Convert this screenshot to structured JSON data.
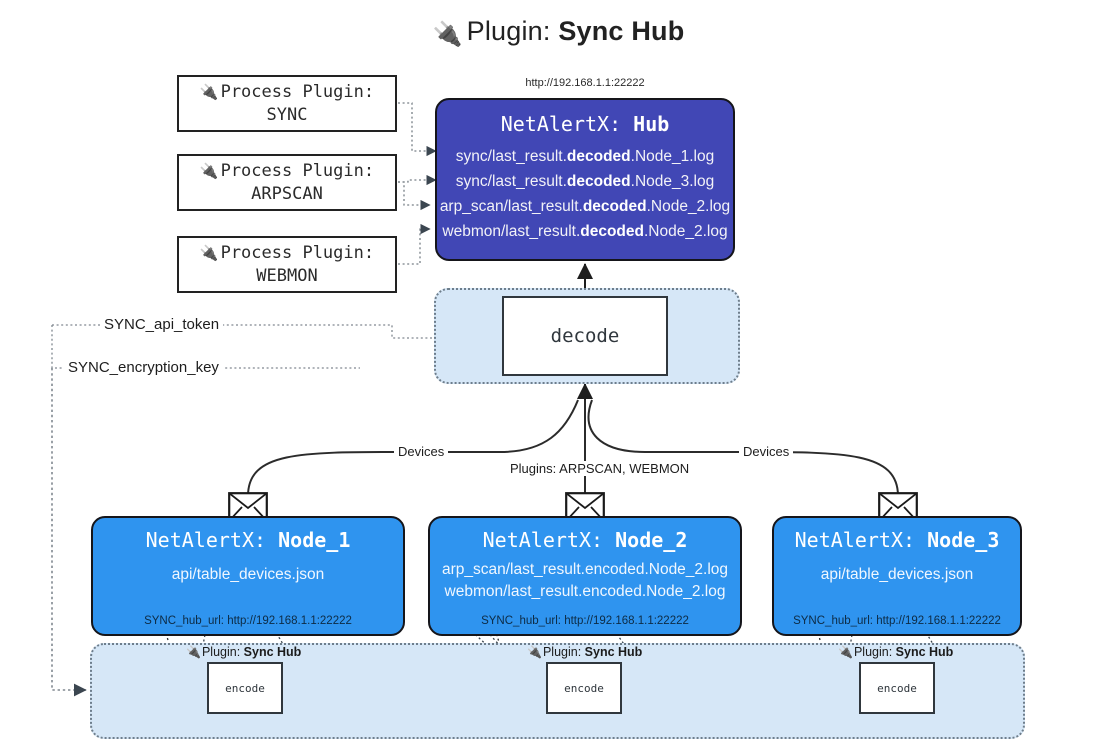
{
  "title": {
    "icon": "plug-icon",
    "prefix": "Plugin:",
    "name": "Sync Hub",
    "glyph": "🔌"
  },
  "colors": {
    "hub_fill": "#4147b5",
    "node_fill": "#2f94ef",
    "cluster_fill": "#d6e7f7",
    "box_stroke": "#15151a",
    "page_bg": "#ffffff"
  },
  "process_plugins": [
    {
      "icon": "plug-icon",
      "line1": "Process Plugin:",
      "line2": "SYNC"
    },
    {
      "icon": "plug-icon",
      "line1": "Process Plugin:",
      "line2": "ARPSCAN"
    },
    {
      "icon": "plug-icon",
      "line1": "Process Plugin:",
      "line2": "WEBMON"
    }
  ],
  "hub": {
    "url": "http://192.168.1.1:22222",
    "title_prefix": "NetAlertX:",
    "title_name": "Hub",
    "logs": [
      {
        "pre": "sync/last_result.",
        "em": "decoded",
        "post": ".Node_1.log"
      },
      {
        "pre": "sync/last_result.",
        "em": "decoded",
        "post": ".Node_3.log"
      },
      {
        "pre": "arp_scan/last_result.",
        "em": "decoded",
        "post": ".Node_2.log"
      },
      {
        "pre": "webmon/last_result.",
        "em": "decoded",
        "post": ".Node_2.log"
      }
    ]
  },
  "decode": {
    "label": "decode"
  },
  "settings": {
    "api_token": "SYNC_api_token",
    "encryption_key": "SYNC_encryption_key"
  },
  "flow_labels": {
    "devices_left": "Devices",
    "plugins_center": "Plugins: ARPSCAN, WEBMON",
    "devices_right": "Devices"
  },
  "nodes": [
    {
      "icon": "envelope-icon",
      "title_prefix": "NetAlertX:",
      "title_name": "Node_1",
      "lines": [
        "api/table_devices.json"
      ],
      "footer": "SYNC_hub_url: http://192.168.1.1:22222"
    },
    {
      "icon": "envelope-icon",
      "title_prefix": "NetAlertX:",
      "title_name": "Node_2",
      "lines": [
        "arp_scan/last_result.encoded.Node_2.log",
        "webmon/last_result.encoded.Node_2.log"
      ],
      "footer": "SYNC_hub_url: http://192.168.1.1:22222"
    },
    {
      "icon": "envelope-icon",
      "title_prefix": "NetAlertX:",
      "title_name": "Node_3",
      "lines": [
        "api/table_devices.json"
      ],
      "footer": "SYNC_hub_url: http://192.168.1.1:22222"
    }
  ],
  "encoders": [
    {
      "caption_prefix": "Plugin:",
      "caption_name": "Sync Hub",
      "label": "encode",
      "icon": "plug-icon"
    },
    {
      "caption_prefix": "Plugin:",
      "caption_name": "Sync Hub",
      "label": "encode",
      "icon": "plug-icon"
    },
    {
      "caption_prefix": "Plugin:",
      "caption_name": "Sync Hub",
      "label": "encode",
      "icon": "plug-icon"
    }
  ]
}
